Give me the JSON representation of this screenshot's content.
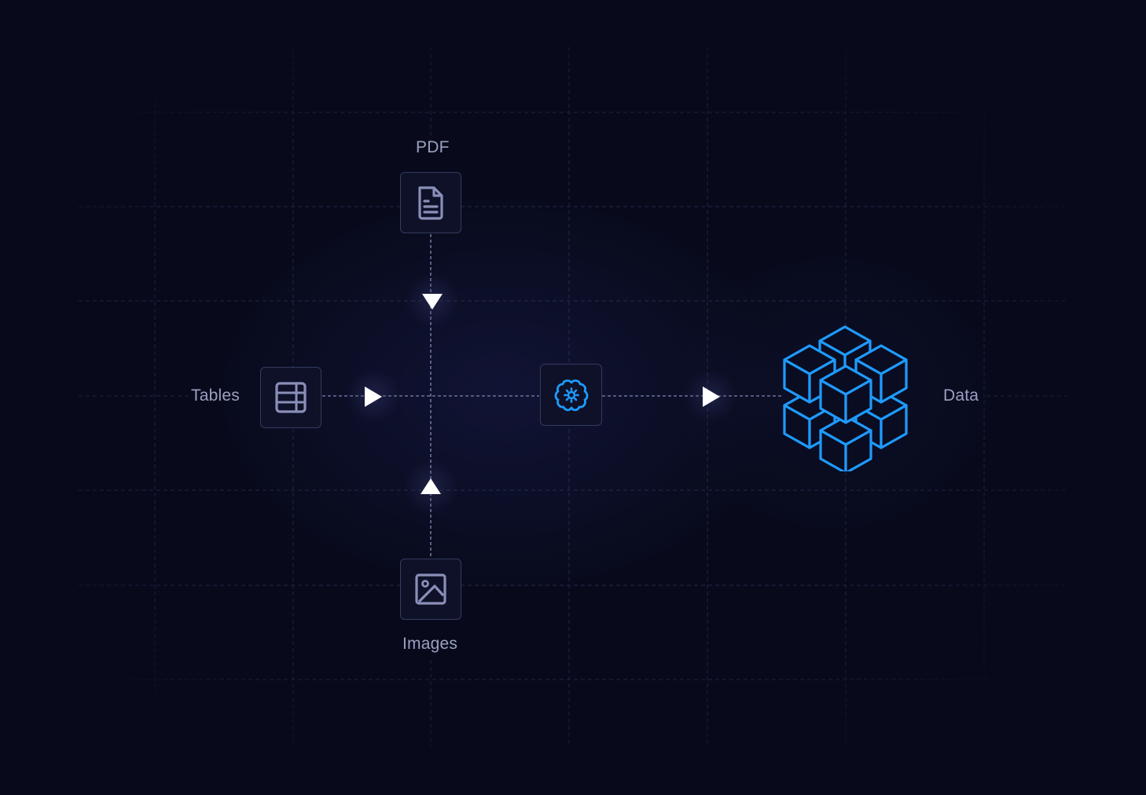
{
  "diagram": {
    "inputs": [
      {
        "id": "pdf",
        "label": "PDF",
        "icon": "document-icon"
      },
      {
        "id": "tables",
        "label": "Tables",
        "icon": "table-icon"
      },
      {
        "id": "images",
        "label": "Images",
        "icon": "image-icon"
      }
    ],
    "processor": {
      "id": "ai-processor",
      "icon": "brain-gear-icon"
    },
    "output": {
      "id": "data",
      "label": "Data",
      "icon": "cubes-icon"
    },
    "edges": [
      {
        "from": "pdf",
        "to": "junction",
        "direction": "down"
      },
      {
        "from": "images",
        "to": "junction",
        "direction": "up"
      },
      {
        "from": "tables",
        "to": "ai-processor",
        "direction": "right"
      },
      {
        "from": "ai-processor",
        "to": "data",
        "direction": "right"
      }
    ]
  },
  "colors": {
    "background": "#080a1c",
    "grid_line": "#262b4a",
    "node_border": "#343b5e",
    "node_fill": "#0e1128",
    "icon_muted": "#8a8fb8",
    "accent_blue": "#1e9bff",
    "label": "#9aa0c0",
    "arrow": "#ffffff"
  }
}
